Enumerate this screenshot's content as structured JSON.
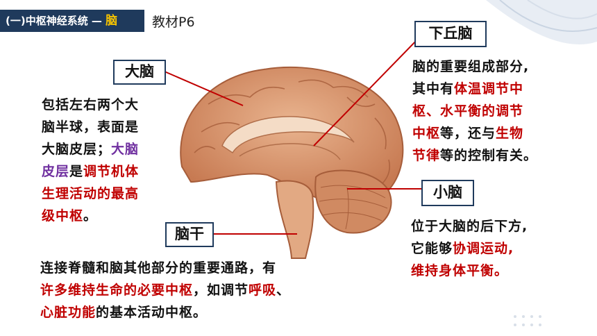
{
  "header": {
    "section": "(一)中枢神经系统 —",
    "highlight": "脑",
    "ref": "教材P6"
  },
  "labels": {
    "cerebrum": "大脑",
    "hypothalamus": "下丘脑",
    "cerebellum": "小脑",
    "brainstem": "脑干"
  },
  "cerebrum_desc": {
    "l1": "包括左右两个大",
    "l2": "脑半球，表面是",
    "l3a": "大脑皮层；",
    "l3b": "大脑",
    "l4a": "皮层",
    "l4b": "是",
    "l4c": "调节机体",
    "l5": "生理活动的最高",
    "l6a": "级中枢",
    "l6b": "。"
  },
  "hypothalamus_desc": {
    "l1": "脑的重要组成部分,",
    "l2a": "其中有",
    "l2b": "体温调节中",
    "l3": "枢、水平衡的调节",
    "l4a": "中枢",
    "l4b": "等，还与",
    "l4c": "生物",
    "l5a": "节律",
    "l5b": "等的控制有关。"
  },
  "cerebellum_desc": {
    "l1": "位于大脑的后下方,",
    "l2a": "它能够",
    "l2b": "协调运动,",
    "l3": "维持身体平衡。"
  },
  "brainstem_desc": {
    "l1": "连接脊髓和脑其他部分的重要通路，有",
    "l2a": "许多维持生命的必要中枢",
    "l2b": "，如调节",
    "l2c": "呼吸",
    "l2d": "、",
    "l3a": "心脏功能",
    "l3b": "的基本活动中枢。"
  },
  "colors": {
    "accent": "#c00000",
    "purple": "#7030a0",
    "header_bg": "#1f3a5c",
    "header_highlight": "#f7c400"
  }
}
